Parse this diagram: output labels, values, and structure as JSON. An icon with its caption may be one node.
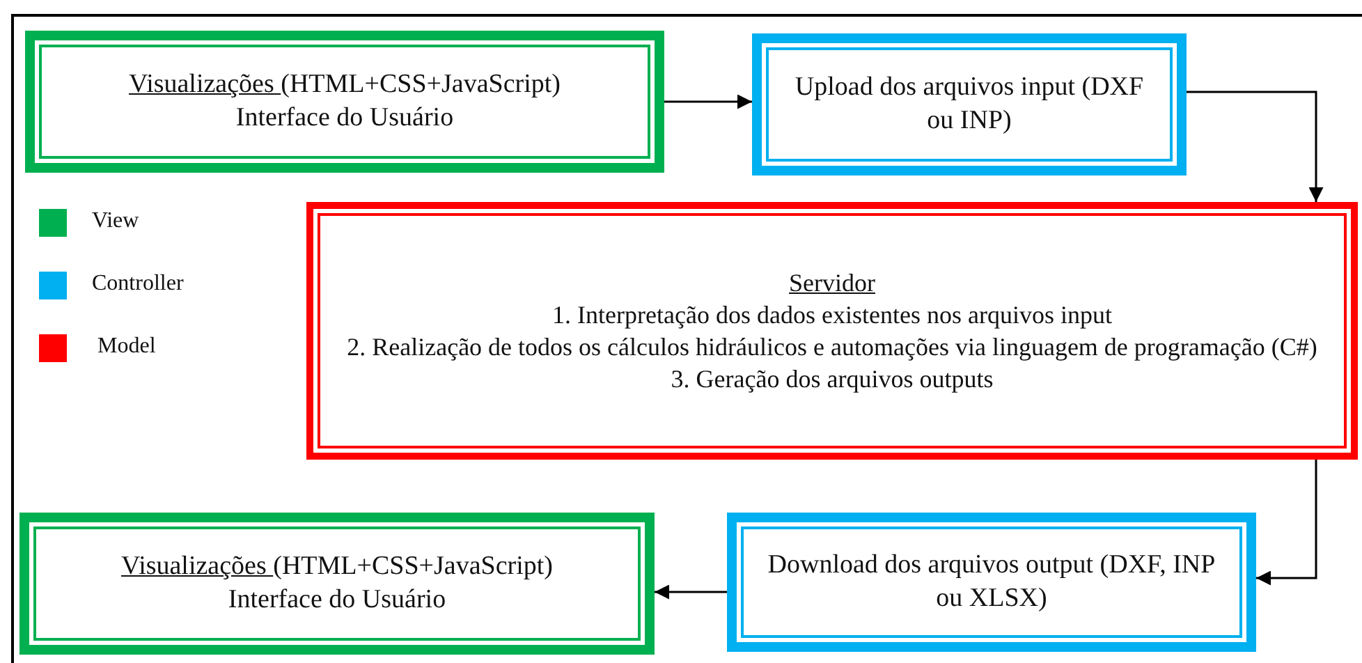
{
  "diagram": {
    "nodes": [
      {
        "text": [
          "Visualizações (HTML+CSS+JavaScript)",
          "Interface do Usuário"
        ]
      },
      {
        "text": [
          "Upload dos arquivos input (DXF ou INP)"
        ]
      },
      {
        "text": [
          "Servidor",
          "1. Interpretação dos dados existentes nos arquivos input",
          "2. Realização de todos os cálculos hidráulicos e automações via linguagem de programação (C#)",
          "3. Geração dos arquivos outputs"
        ]
      },
      {
        "text": [
          "Download dos arquivos output (DXF, INP ou XLSX)"
        ]
      },
      {
        "text": [
          "Visualizações (HTML+CSS+JavaScript)",
          "Interface do Usuário"
        ]
      }
    ],
    "edges": [
      {
        "from": 0,
        "to": 1,
        "arrow": "to"
      },
      {
        "from": 1,
        "to": 2,
        "arrow": "to"
      },
      {
        "from": 2,
        "to": 3,
        "arrow": "to"
      },
      {
        "from": 3,
        "to": 4,
        "arrow": "to"
      }
    ],
    "legend": [
      {
        "text": "View",
        "color": "#00b050"
      },
      {
        "text": "Controller",
        "color": "#00b0f0"
      },
      {
        "text": "Model",
        "color": "#ff0000"
      }
    ]
  }
}
